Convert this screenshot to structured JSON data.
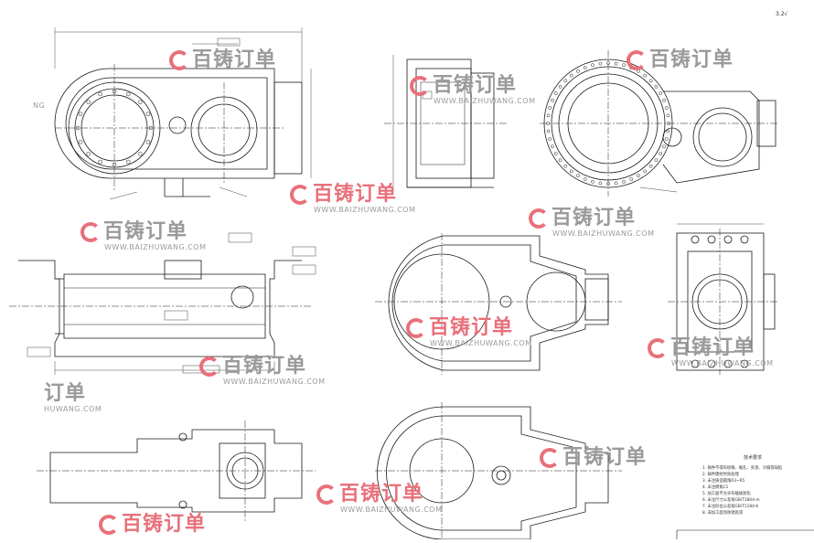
{
  "watermark": {
    "brand_cn": "百铸订单",
    "url": "WWW.BAIZHUWANG.COM",
    "partial_cn_left": "订单",
    "partial_url_left": "HUWANG.COM",
    "partial_left_top": "NG"
  },
  "corner_mark": "3.2√",
  "notes_title": "技术要求",
  "notes": [
    "1. 铸件不得有砂眼、缩孔、夹渣、冷隔等缺陷",
    "2. 铸件需经时效处理",
    "3. 未注铸造圆角R3~R5",
    "4. 未注倒角C1",
    "5. 加工面不允许有磕碰划伤",
    "6. 未注尺寸公差按GB/T1804-m",
    "7. 未注形位公差按GB/T1184-K",
    "8. 非加工面涂防锈底漆"
  ],
  "colors": {
    "line": "#1a1a1a",
    "watermark_red": "#e8707a",
    "watermark_gray": "#9a9a9a"
  }
}
